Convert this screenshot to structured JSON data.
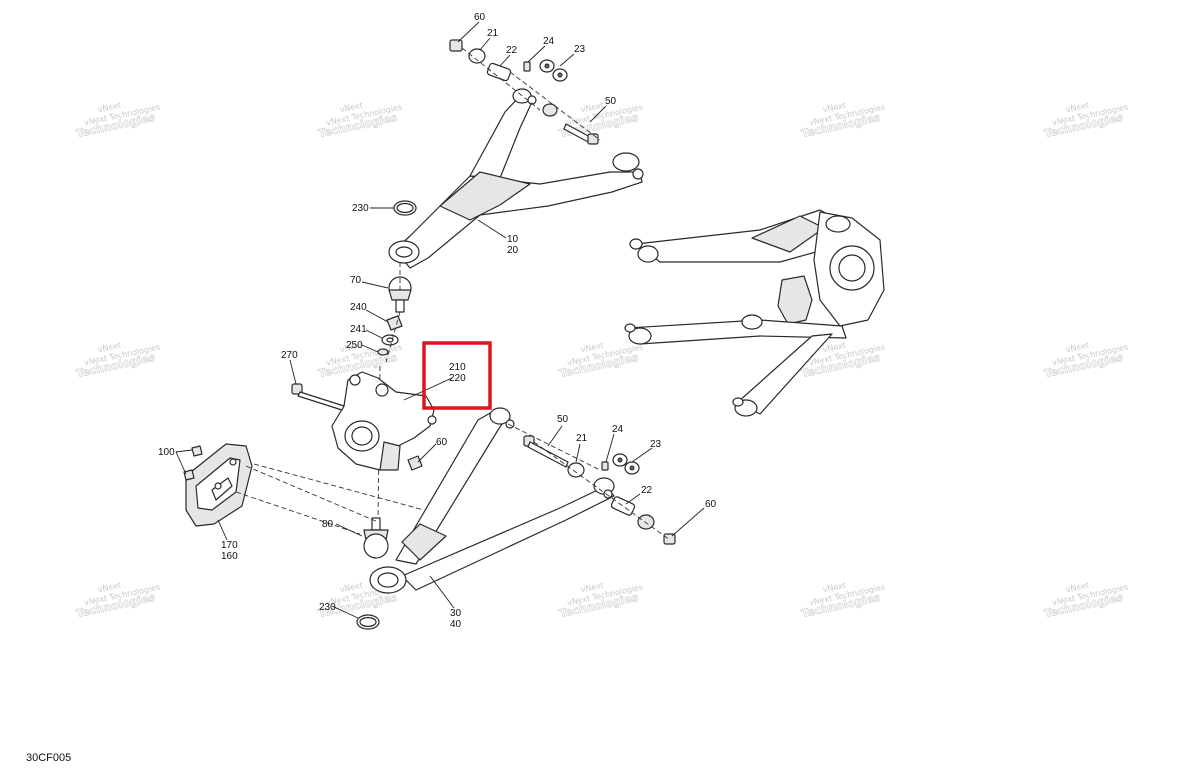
{
  "drawing_code": "30CF005",
  "watermark": {
    "line1": "vNext",
    "line2": "vNext Technologies",
    "line3": "Technologies"
  },
  "callouts": {
    "c60_top": "60",
    "c21_top": "21",
    "c22_top": "22",
    "c24_top": "24",
    "c23_top": "23",
    "c50_top": "50",
    "c230_top": "230",
    "c10": "10",
    "c20": "20",
    "c70": "70",
    "c240": "240",
    "c241": "241",
    "c250": "250",
    "c270": "270",
    "c210": "210",
    "c220": "220",
    "c60_mid": "60",
    "c100": "100",
    "c170": "170",
    "c160": "160",
    "c80": "80",
    "c230_bot": "230",
    "c30": "30",
    "c40": "40",
    "c50_low": "50",
    "c21_low": "21",
    "c24_low": "24",
    "c23_low": "23",
    "c22_low": "22",
    "c60_low": "60"
  },
  "highlight": {
    "color": "#e0141e",
    "target": "210 / 220"
  }
}
